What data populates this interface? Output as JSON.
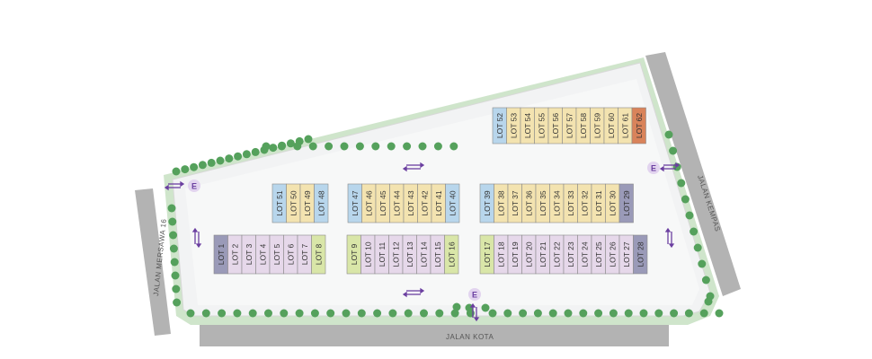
{
  "map": {
    "roads": {
      "left": "JALAN MERSAWA 16",
      "bottom": "JALAN KOTA",
      "right": "JALAN KEMPAS"
    },
    "entry_marker": "E",
    "lot_colors": {
      "blue": "#b8d6ec",
      "yellow": "#f3e3b0",
      "pink": "#e6d8ea",
      "green": "#d9e6a8",
      "slate": "#9a9ab8",
      "orange": "#d9835a"
    },
    "colors": {
      "tree": "#55a15c",
      "verge": "#cfe5cb",
      "road": "#b3b3b3",
      "arrow": "#6b3fa0"
    },
    "rows": [
      {
        "id": "top-row",
        "lots": [
          {
            "label": "LOT 52",
            "color": "blue"
          },
          {
            "label": "LOT 53",
            "color": "yellow"
          },
          {
            "label": "LOT 54",
            "color": "yellow"
          },
          {
            "label": "LOT 55",
            "color": "yellow"
          },
          {
            "label": "LOT 56",
            "color": "yellow"
          },
          {
            "label": "LOT 57",
            "color": "yellow"
          },
          {
            "label": "LOT 58",
            "color": "yellow"
          },
          {
            "label": "LOT 59",
            "color": "yellow"
          },
          {
            "label": "LOT 60",
            "color": "yellow"
          },
          {
            "label": "LOT 61",
            "color": "yellow"
          },
          {
            "label": "LOT 62",
            "color": "orange"
          }
        ]
      },
      {
        "id": "mid-left",
        "lots": [
          {
            "label": "LOT 51",
            "color": "blue"
          },
          {
            "label": "LOT 50",
            "color": "yellow"
          },
          {
            "label": "LOT 49",
            "color": "yellow"
          },
          {
            "label": "LOT 48",
            "color": "blue"
          }
        ]
      },
      {
        "id": "mid-center",
        "lots": [
          {
            "label": "LOT 47",
            "color": "blue"
          },
          {
            "label": "LOT 46",
            "color": "yellow"
          },
          {
            "label": "LOT 45",
            "color": "yellow"
          },
          {
            "label": "LOT 44",
            "color": "yellow"
          },
          {
            "label": "LOT 43",
            "color": "yellow"
          },
          {
            "label": "LOT 42",
            "color": "yellow"
          },
          {
            "label": "LOT 41",
            "color": "yellow"
          },
          {
            "label": "LOT 40",
            "color": "blue"
          }
        ]
      },
      {
        "id": "mid-right",
        "lots": [
          {
            "label": "LOT 39",
            "color": "blue"
          },
          {
            "label": "LOT 38",
            "color": "yellow"
          },
          {
            "label": "LOT 37",
            "color": "yellow"
          },
          {
            "label": "LOT 36",
            "color": "yellow"
          },
          {
            "label": "LOT 35",
            "color": "yellow"
          },
          {
            "label": "LOT 34",
            "color": "yellow"
          },
          {
            "label": "LOT 33",
            "color": "yellow"
          },
          {
            "label": "LOT 32",
            "color": "yellow"
          },
          {
            "label": "LOT 31",
            "color": "yellow"
          },
          {
            "label": "LOT 30",
            "color": "yellow"
          },
          {
            "label": "LOT 29",
            "color": "slate"
          }
        ]
      },
      {
        "id": "bottom-left",
        "lots": [
          {
            "label": "LOT 1",
            "color": "slate"
          },
          {
            "label": "LOT 2",
            "color": "pink"
          },
          {
            "label": "LOT 3",
            "color": "pink"
          },
          {
            "label": "LOT 4",
            "color": "pink"
          },
          {
            "label": "LOT 5",
            "color": "pink"
          },
          {
            "label": "LOT 6",
            "color": "pink"
          },
          {
            "label": "LOT 7",
            "color": "pink"
          },
          {
            "label": "LOT 8",
            "color": "green"
          }
        ]
      },
      {
        "id": "bottom-center",
        "lots": [
          {
            "label": "LOT 9",
            "color": "green"
          },
          {
            "label": "LOT 10",
            "color": "pink"
          },
          {
            "label": "LOT 11",
            "color": "pink"
          },
          {
            "label": "LOT 12",
            "color": "pink"
          },
          {
            "label": "LOT 13",
            "color": "pink"
          },
          {
            "label": "LOT 14",
            "color": "pink"
          },
          {
            "label": "LOT 15",
            "color": "pink"
          },
          {
            "label": "LOT 16",
            "color": "green"
          }
        ]
      },
      {
        "id": "bottom-right",
        "lots": [
          {
            "label": "LOT 17",
            "color": "green"
          },
          {
            "label": "LOT 18",
            "color": "pink"
          },
          {
            "label": "LOT 19",
            "color": "pink"
          },
          {
            "label": "LOT 20",
            "color": "pink"
          },
          {
            "label": "LOT 21",
            "color": "pink"
          },
          {
            "label": "LOT 22",
            "color": "pink"
          },
          {
            "label": "LOT 23",
            "color": "pink"
          },
          {
            "label": "LOT 24",
            "color": "pink"
          },
          {
            "label": "LOT 25",
            "color": "pink"
          },
          {
            "label": "LOT 26",
            "color": "pink"
          },
          {
            "label": "LOT 27",
            "color": "pink"
          },
          {
            "label": "LOT 28",
            "color": "slate"
          }
        ]
      }
    ]
  }
}
